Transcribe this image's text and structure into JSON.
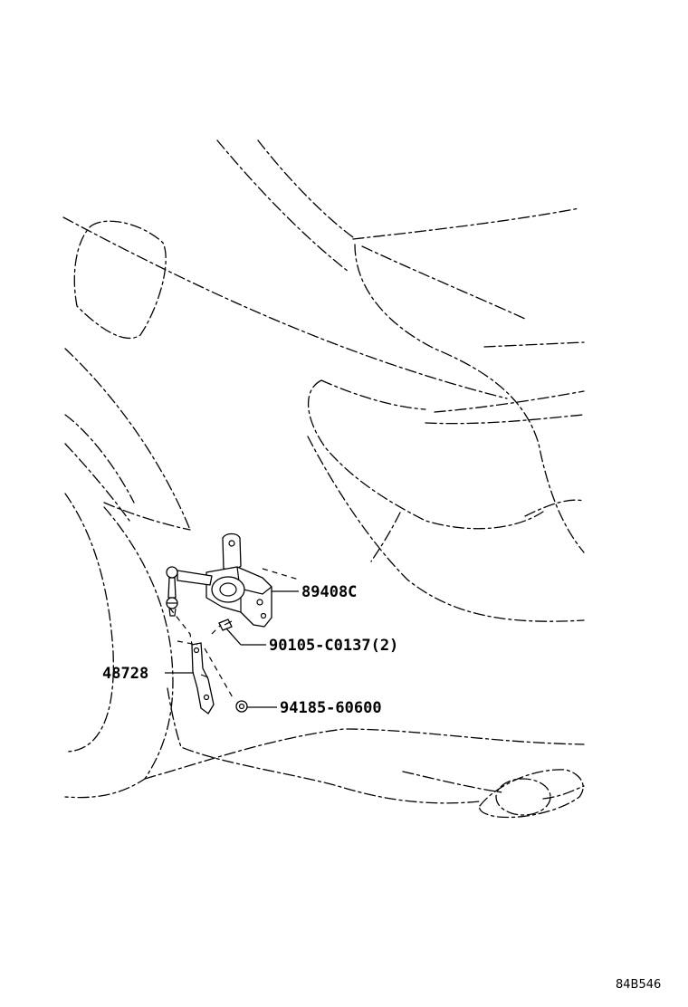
{
  "callouts": {
    "height_sensor": "89408C",
    "bolt": "90105-C0137(2)",
    "sensor_link_bracket": "48728",
    "nut": "94185-60600"
  },
  "illustration_code": "84B546"
}
